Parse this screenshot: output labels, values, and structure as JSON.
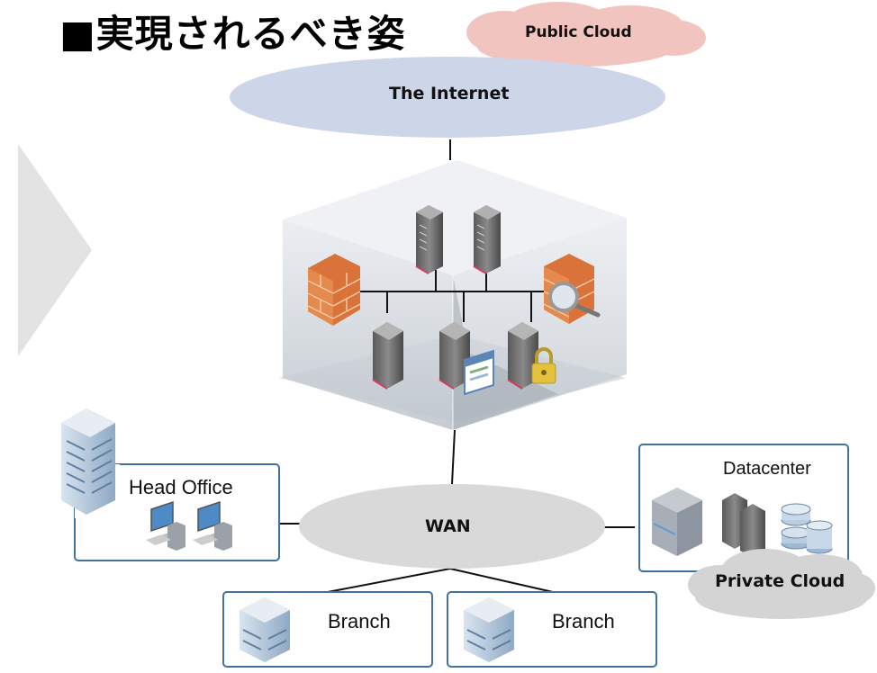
{
  "title": "■実現されるべき姿",
  "labels": {
    "public_cloud": "Public Cloud",
    "internet": "The Internet",
    "wan": "WAN",
    "head_office": "Head Office",
    "datacenter": "Datacenter",
    "private_cloud": "Private Cloud",
    "branch_1": "Branch",
    "branch_2": "Branch"
  },
  "colors": {
    "public_cloud": "#f2c4c0",
    "internet": "#cdd6e8",
    "wan": "#d9d9d9",
    "private_cloud": "#d4d4d4",
    "box_border": "#41719c",
    "chevron": "#e3e3e3"
  },
  "icons": [
    "firewall-icon",
    "server-icon",
    "lock-icon",
    "web-window-icon",
    "magnifier-icon",
    "office-building-icon",
    "desktop-computer-icon",
    "storage-appliance-icon",
    "database-icon"
  ]
}
